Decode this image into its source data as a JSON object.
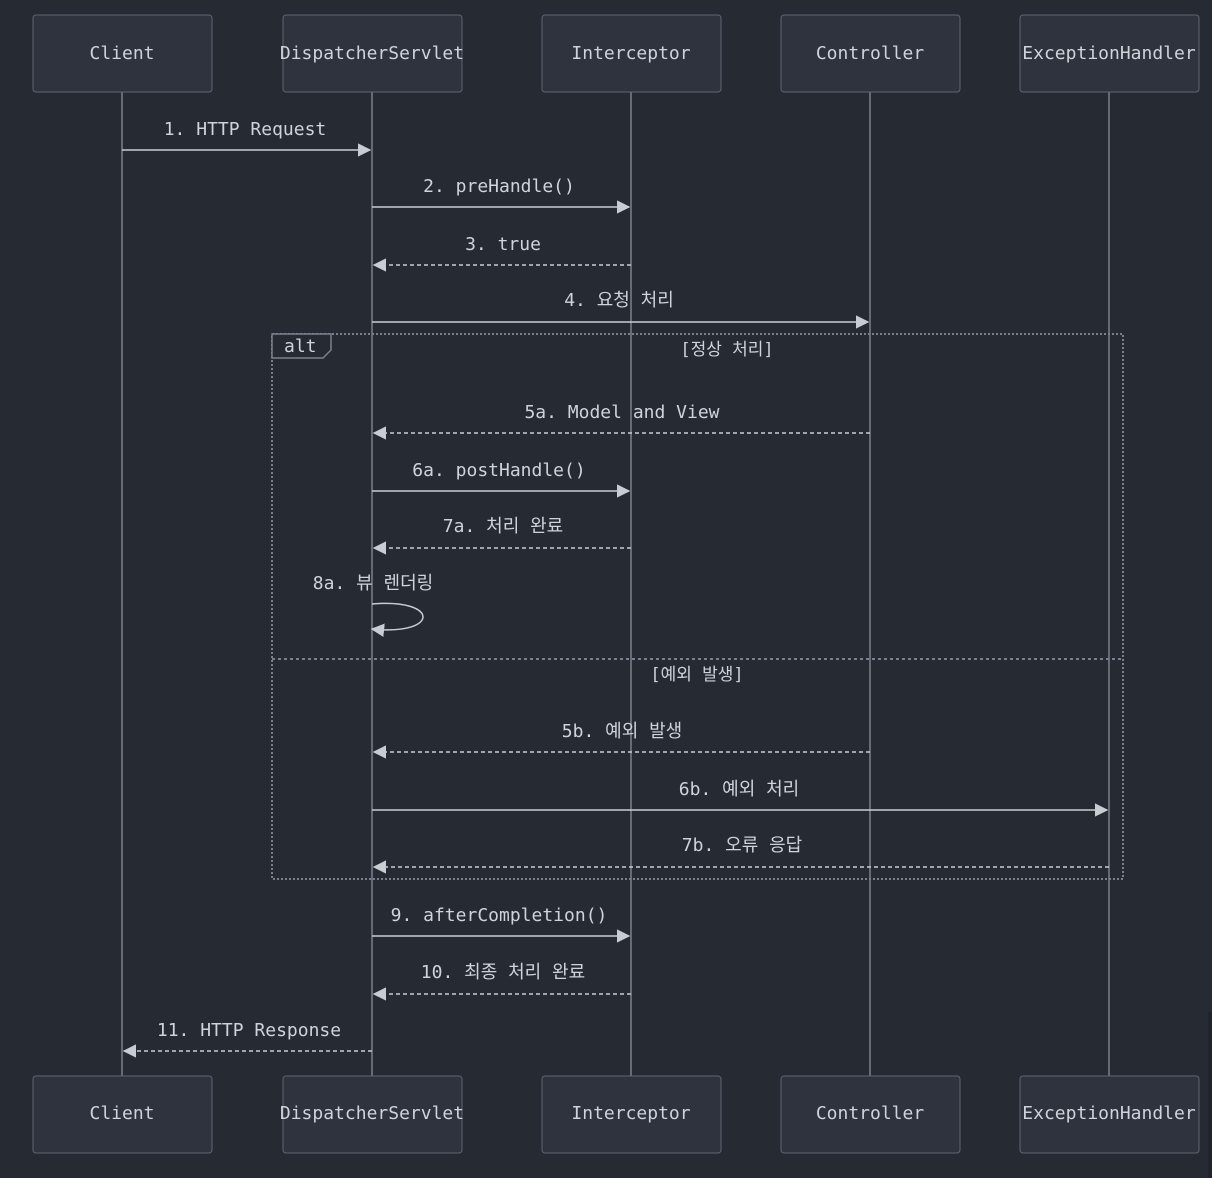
{
  "participants": [
    {
      "id": "client",
      "label": "Client"
    },
    {
      "id": "dispatcher",
      "label": "DispatcherServlet"
    },
    {
      "id": "interceptor",
      "label": "Interceptor"
    },
    {
      "id": "controller",
      "label": "Controller"
    },
    {
      "id": "handler",
      "label": "ExceptionHandler"
    }
  ],
  "messages": [
    {
      "from": "client",
      "to": "dispatcher",
      "label": "1. HTTP Request",
      "style": "solid"
    },
    {
      "from": "dispatcher",
      "to": "interceptor",
      "label": "2. preHandle()",
      "style": "solid"
    },
    {
      "from": "interceptor",
      "to": "dispatcher",
      "label": "3. true",
      "style": "dashed"
    },
    {
      "from": "dispatcher",
      "to": "controller",
      "label": "4. 요청 처리",
      "style": "solid"
    },
    {
      "from": "controller",
      "to": "dispatcher",
      "label": "5a. Model and View",
      "style": "dashed"
    },
    {
      "from": "dispatcher",
      "to": "interceptor",
      "label": "6a. postHandle()",
      "style": "solid"
    },
    {
      "from": "interceptor",
      "to": "dispatcher",
      "label": "7a. 처리 완료",
      "style": "dashed"
    },
    {
      "from": "dispatcher",
      "to": "dispatcher",
      "label": "8a. 뷰 렌더링",
      "style": "solid"
    },
    {
      "from": "controller",
      "to": "dispatcher",
      "label": "5b. 예외 발생",
      "style": "dashed"
    },
    {
      "from": "dispatcher",
      "to": "handler",
      "label": "6b. 예외 처리",
      "style": "solid"
    },
    {
      "from": "handler",
      "to": "dispatcher",
      "label": "7b. 오류 응답",
      "style": "dashed"
    },
    {
      "from": "dispatcher",
      "to": "interceptor",
      "label": "9. afterCompletion()",
      "style": "solid"
    },
    {
      "from": "interceptor",
      "to": "dispatcher",
      "label": "10. 최종 처리 완료",
      "style": "dashed"
    },
    {
      "from": "dispatcher",
      "to": "client",
      "label": "11. HTTP Response",
      "style": "dashed"
    }
  ],
  "alt_frame": {
    "keyword": "alt",
    "sections": [
      {
        "condition": "[정상 처리]"
      },
      {
        "condition": "[예외 발생]"
      }
    ]
  },
  "colors": {
    "background": "#262a33",
    "actor_fill": "#2e333d",
    "actor_border": "#5f6672",
    "line": "#c8ccd3",
    "text": "#cfd3da"
  }
}
